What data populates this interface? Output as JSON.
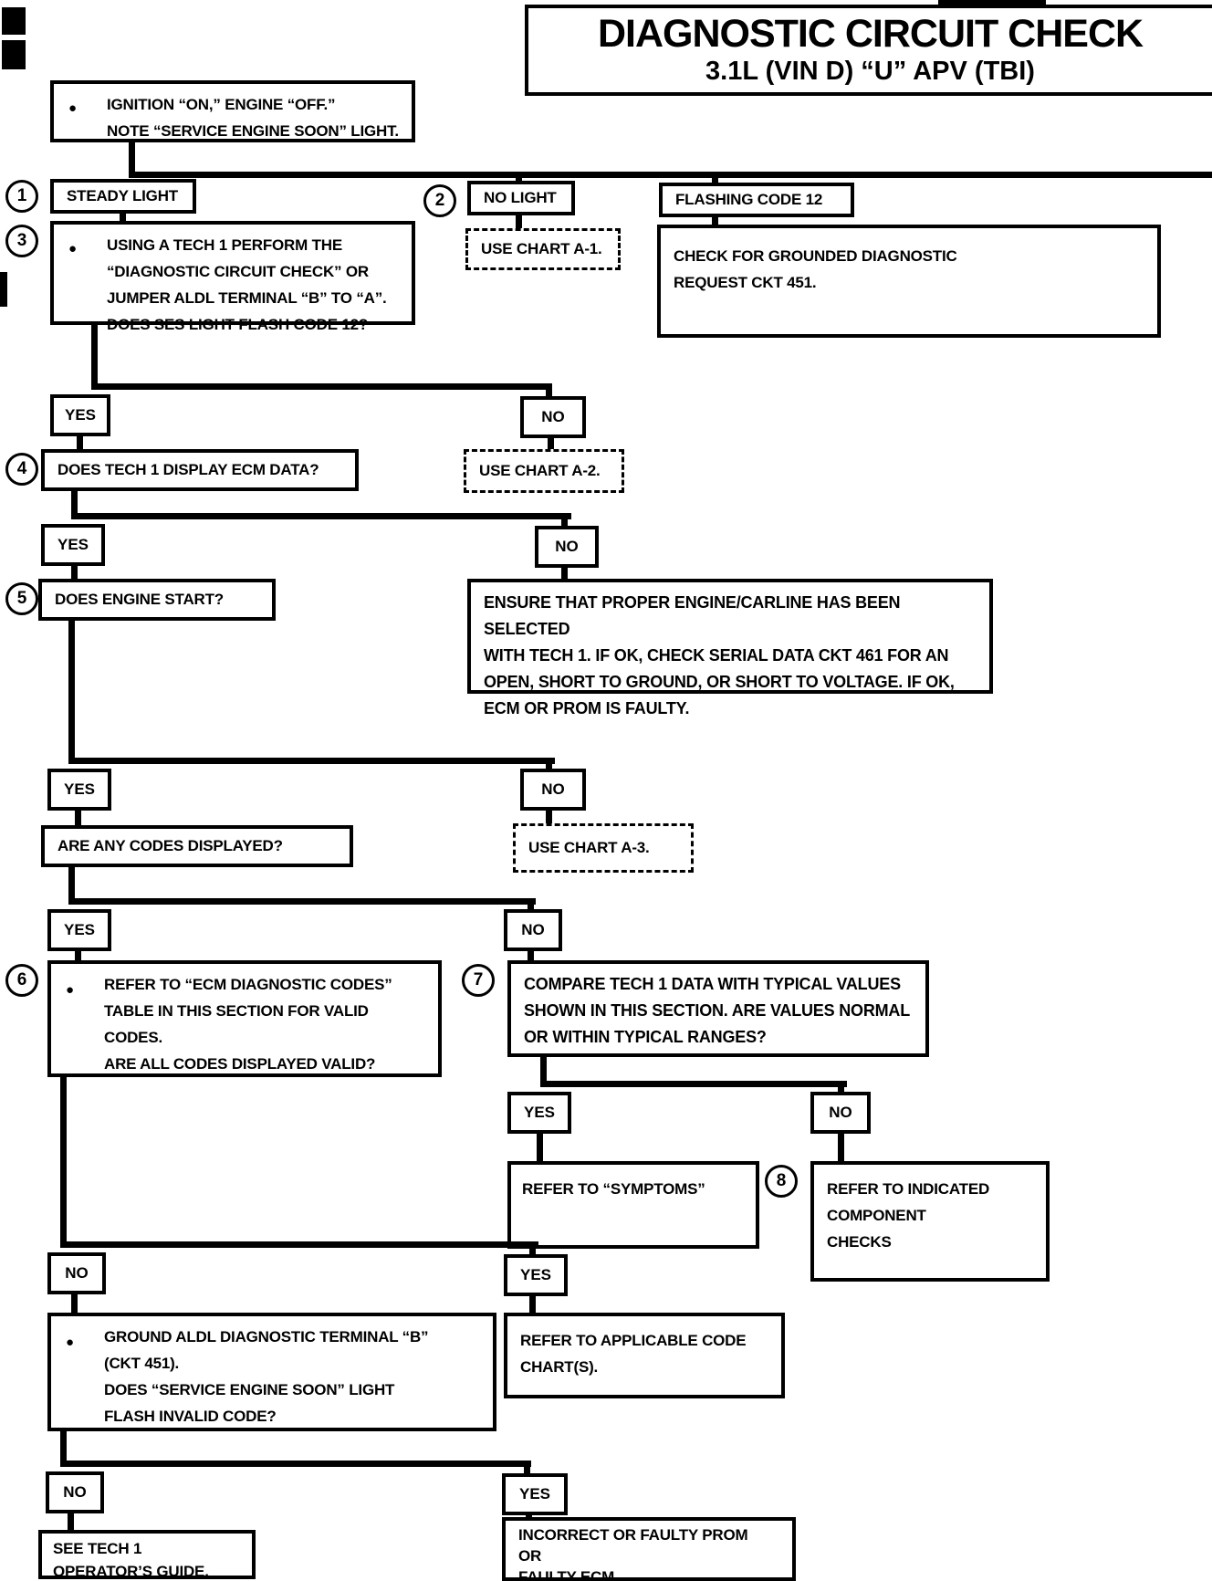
{
  "header": {
    "title": "DIAGNOSTIC CIRCUIT CHECK",
    "subtitle": "3.1L (VIN D) “U” APV (TBI)"
  },
  "labels": {
    "yes": "YES",
    "no": "NO",
    "bullet": "●"
  },
  "steps": {
    "1": "1",
    "2": "2",
    "3": "3",
    "4": "4",
    "5": "5",
    "6": "6",
    "7": "7",
    "8": "8"
  },
  "nodes": {
    "ignition": {
      "line1": "IGNITION “ON,” ENGINE “OFF.”",
      "line2": "NOTE “SERVICE ENGINE SOON” LIGHT."
    },
    "steady_light": {
      "label": "STEADY LIGHT"
    },
    "no_light": {
      "label": "NO LIGHT"
    },
    "flashing_code": {
      "label": "FLASHING CODE 12"
    },
    "tech1_check": {
      "line1": "USING A TECH 1 PERFORM THE",
      "line2": "“DIAGNOSTIC CIRCUIT CHECK” OR",
      "line3": "JUMPER ALDL TERMINAL “B” TO “A”.",
      "line4": "DOES SES LIGHT FLASH CODE 12?"
    },
    "use_chart_a1": {
      "label": "USE CHART A-1."
    },
    "check_grounded": {
      "line1": "CHECK FOR GROUNDED DIAGNOSTIC",
      "line2": "REQUEST CKT 451."
    },
    "tech1_display": {
      "label": "DOES TECH 1 DISPLAY ECM DATA?"
    },
    "use_chart_a2": {
      "label": "USE CHART A-2."
    },
    "engine_start": {
      "label": "DOES ENGINE START?"
    },
    "ensure_proper": {
      "line1": "ENSURE THAT PROPER ENGINE/CARLINE HAS BEEN SELECTED",
      "line2": "WITH TECH 1. IF OK, CHECK SERIAL DATA CKT 461 FOR AN",
      "line3": "OPEN, SHORT TO GROUND, OR SHORT TO VOLTAGE. IF OK,",
      "line4": "ECM OR PROM IS FAULTY."
    },
    "codes_displayed": {
      "label": "ARE ANY CODES DISPLAYED?"
    },
    "use_chart_a3": {
      "label": "USE CHART A-3."
    },
    "valid_codes": {
      "line1": "REFER TO “ECM DIAGNOSTIC CODES”",
      "line2": "TABLE IN THIS SECTION FOR VALID",
      "line3": "CODES.",
      "line4": "ARE ALL CODES DISPLAYED VALID?"
    },
    "compare_values": {
      "line1": "COMPARE TECH 1 DATA WITH TYPICAL VALUES",
      "line2": "SHOWN IN THIS SECTION. ARE VALUES NORMAL",
      "line3": "OR WITHIN TYPICAL RANGES?"
    },
    "symptoms": {
      "label": "REFER TO “SYMPTOMS”"
    },
    "component_checks": {
      "line1": "REFER TO INDICATED",
      "line2": "COMPONENT",
      "line3": "CHECKS"
    },
    "ground_aldl": {
      "line1": "GROUND ALDL DIAGNOSTIC TERMINAL “B”",
      "line2": "(CKT 451).",
      "line3": "DOES “SERVICE ENGINE SOON” LIGHT",
      "line4": "FLASH INVALID CODE?"
    },
    "applicable_chart": {
      "line1": "REFER TO APPLICABLE CODE",
      "line2": "CHART(S)."
    },
    "see_tech1": {
      "line1": "SEE TECH 1",
      "line2": "OPERATOR’S GUIDE."
    },
    "incorrect_prom": {
      "line1": "INCORRECT OR FAULTY PROM",
      "line2": "OR",
      "line3": "FAULTY ECM."
    }
  },
  "colors": {
    "ink": "#000000",
    "paper": "#ffffff"
  }
}
